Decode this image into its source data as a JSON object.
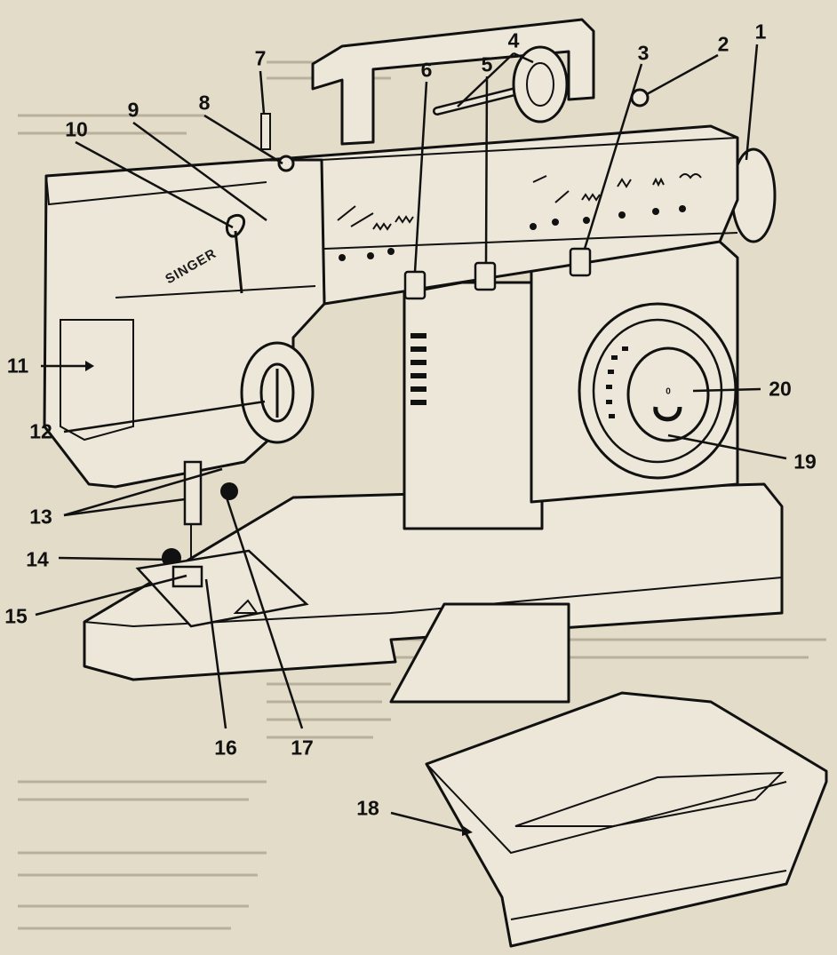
{
  "brand_text": "SINGER",
  "dial_number": "0",
  "colors": {
    "paper": "#e3dcc9",
    "ink": "#111111",
    "machine": "#ece7d8"
  },
  "parts": [
    {
      "num": "1"
    },
    {
      "num": "2"
    },
    {
      "num": "3"
    },
    {
      "num": "4"
    },
    {
      "num": "5"
    },
    {
      "num": "6"
    },
    {
      "num": "7"
    },
    {
      "num": "8"
    },
    {
      "num": "9"
    },
    {
      "num": "10"
    },
    {
      "num": "11"
    },
    {
      "num": "12"
    },
    {
      "num": "13"
    },
    {
      "num": "14"
    },
    {
      "num": "15"
    },
    {
      "num": "16"
    },
    {
      "num": "17"
    },
    {
      "num": "18"
    },
    {
      "num": "19"
    },
    {
      "num": "20"
    }
  ]
}
